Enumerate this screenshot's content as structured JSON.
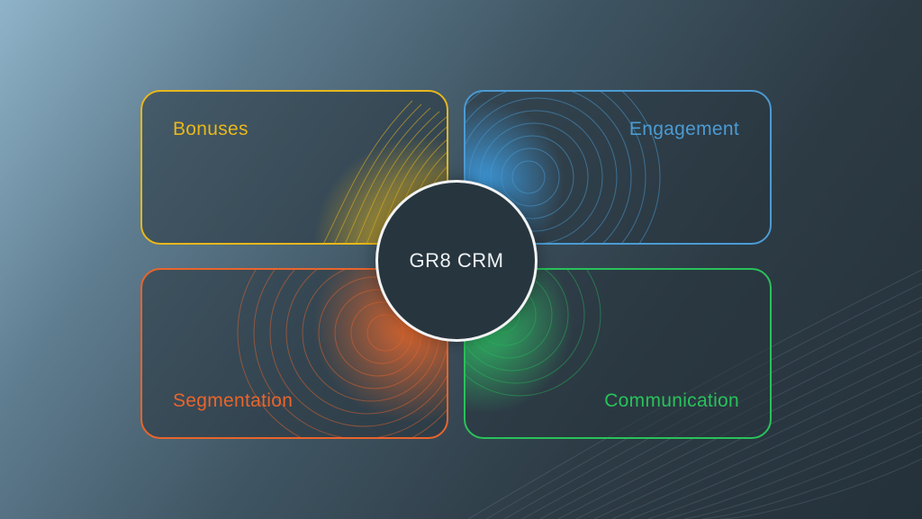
{
  "hub": {
    "label": "GR8 CRM"
  },
  "cards": {
    "bonuses": {
      "label": "Bonuses",
      "color": "#e8b71c"
    },
    "engagement": {
      "label": "Engagement",
      "color": "#4b9bd3"
    },
    "segmentation": {
      "label": "Segmentation",
      "color": "#e9652c"
    },
    "communication": {
      "label": "Communication",
      "color": "#29c25a"
    }
  },
  "theme": {
    "background_dark": "#24313a",
    "background_light": "#8fb3c9",
    "hub_fill": "#27353e",
    "hub_border": "#f1f3f4"
  }
}
